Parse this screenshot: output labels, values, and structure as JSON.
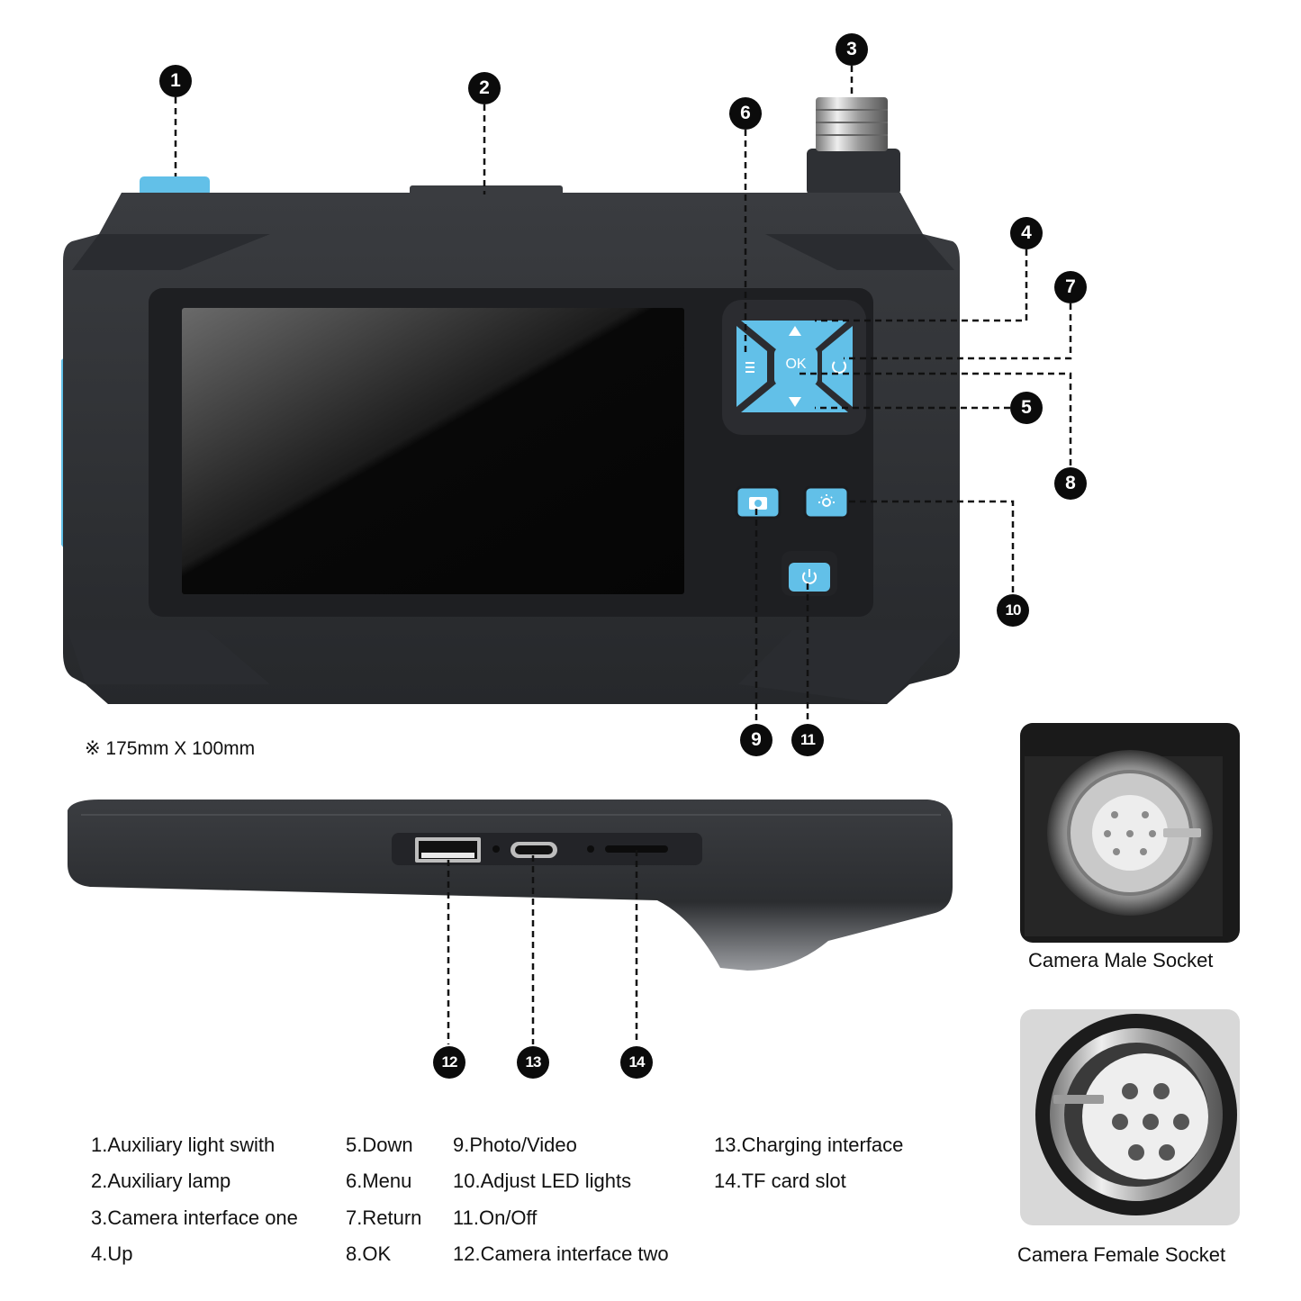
{
  "dimensions_note": "※ 175mm X 100mm",
  "device": {
    "ok_label": "OK",
    "colors": {
      "body": "#2d2f33",
      "accent": "#62c0e8",
      "screen": "#0a0a0a"
    },
    "icons": [
      "up-arrow-icon",
      "down-arrow-icon",
      "menu-icon",
      "return-icon",
      "camera-icon",
      "led-light-icon",
      "power-icon"
    ]
  },
  "markers": [
    "1",
    "2",
    "3",
    "4",
    "5",
    "6",
    "7",
    "8",
    "9",
    "10",
    "11",
    "12",
    "13",
    "14"
  ],
  "legend": {
    "columns": [
      [
        "1.Auxiliary light swith",
        "2.Auxiliary lamp",
        "3.Camera interface one",
        "4.Up"
      ],
      [
        "5.Down",
        "6.Menu",
        "7.Return",
        "8.OK"
      ],
      [
        "9.Photo/Video",
        "10.Adjust LED lights",
        "11.On/Off",
        "12.Camera interface two"
      ],
      [
        "13.Charging interface",
        "14.TF card slot"
      ]
    ]
  },
  "sockets": {
    "male_caption": "Camera Male Socket",
    "female_caption": "Camera Female Socket"
  }
}
